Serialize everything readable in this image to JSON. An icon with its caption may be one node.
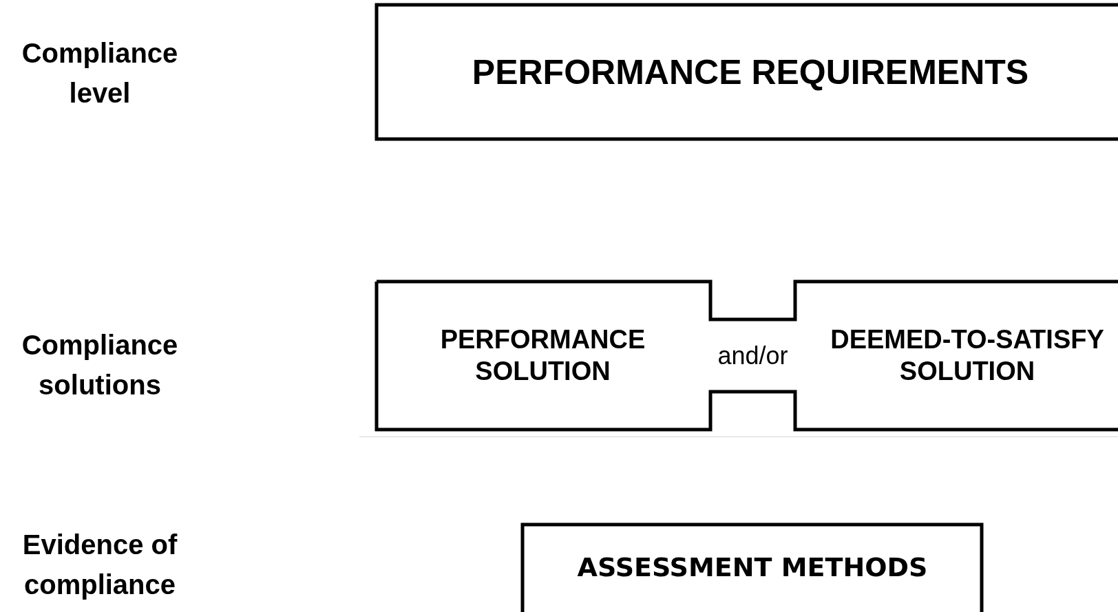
{
  "diagram": {
    "nodes": [
      {
        "text": [
          "PERFORMANCE REQUIREMENTS"
        ]
      },
      {
        "text": [
          "PERFORMANCE SOLUTION",
          "and/or",
          "DEEMED-TO-SATISFY SOLUTION"
        ]
      },
      {
        "text": [
          "ASSESSMENT METHODS"
        ]
      }
    ],
    "labels": [
      "Compliance level",
      "Compliance solutions",
      "Evidence of compliance"
    ]
  }
}
